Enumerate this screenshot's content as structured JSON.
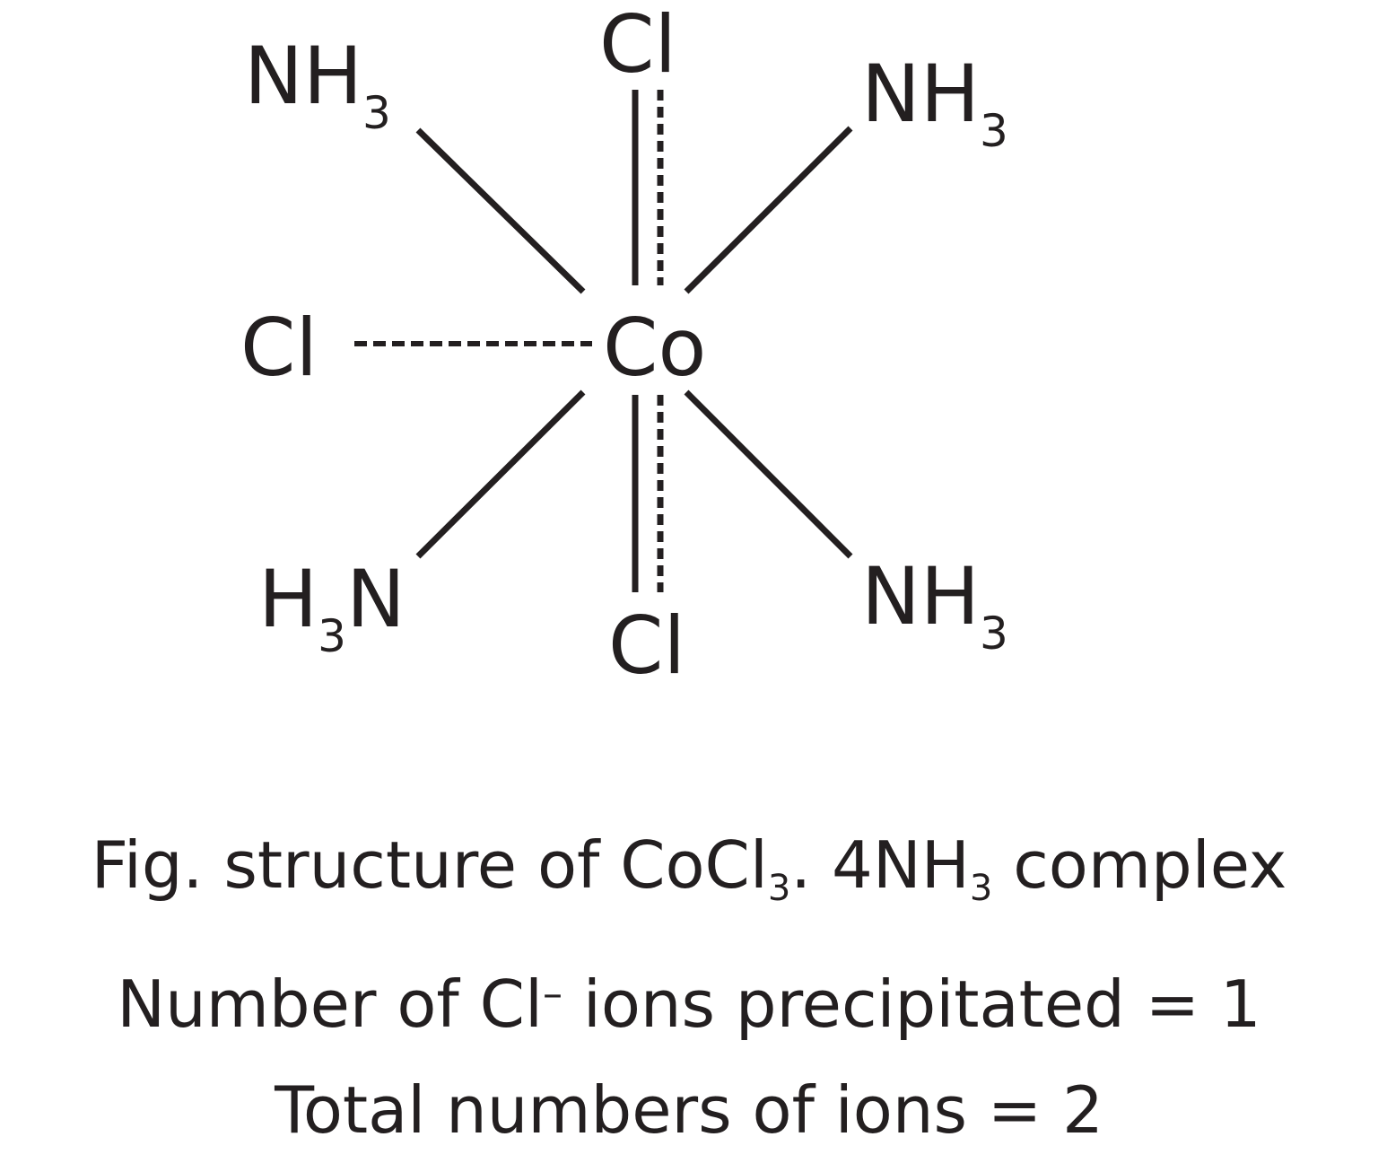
{
  "diagram": {
    "center": "Co",
    "ligands": {
      "top": "Cl",
      "bottom": "Cl",
      "left": "Cl",
      "upper_left": {
        "base": "NH",
        "sub": "3"
      },
      "upper_right": {
        "base": "NH",
        "sub": "3"
      },
      "lower_left": {
        "pre": "H",
        "sub": "3",
        "base": "N"
      },
      "lower_right": {
        "base": "NH",
        "sub": "3"
      }
    }
  },
  "caption": {
    "line1": {
      "text_a": "Fig. structure of CoCl",
      "sub_a": "3",
      "text_b": ". 4NH",
      "sub_b": "3",
      "text_c": " complex"
    },
    "line2": {
      "text_a": "Number of Cl",
      "sup": "–",
      "text_b": " ions precipitated = 1"
    },
    "line3": {
      "text": "Total numbers of ions = 2"
    }
  }
}
